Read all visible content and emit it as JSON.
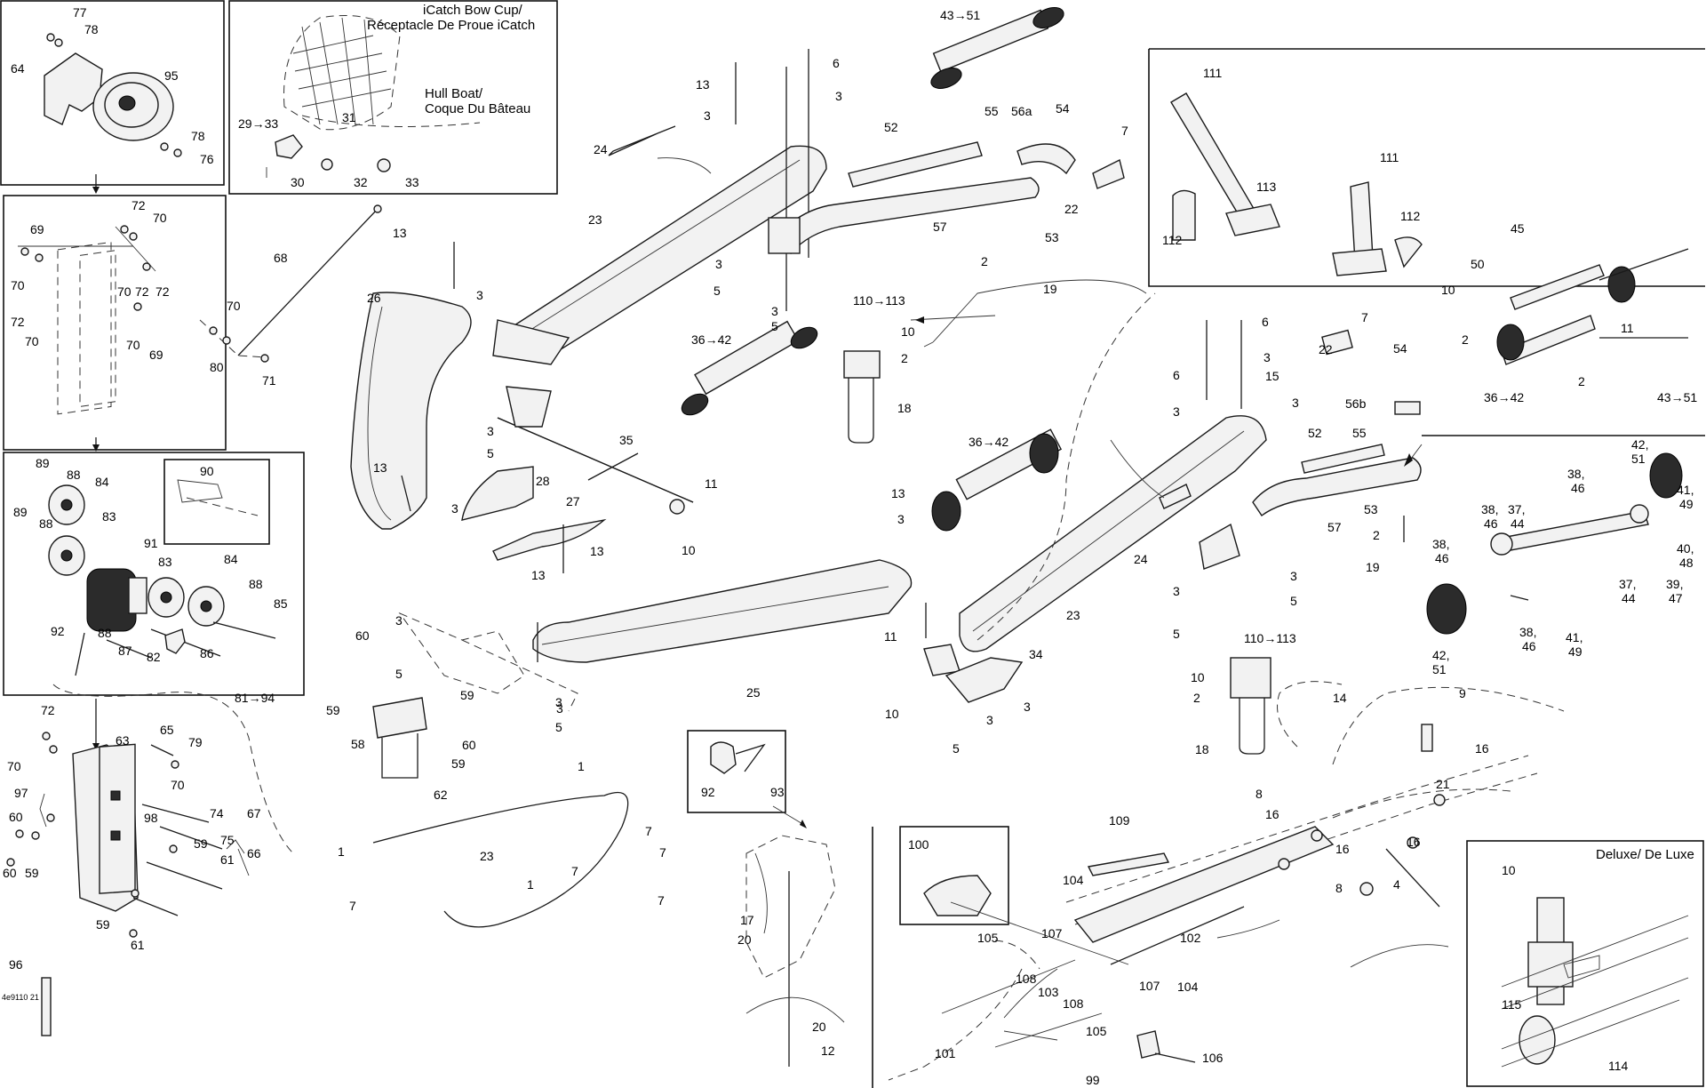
{
  "labels": {
    "l77": "77",
    "l78a": "78",
    "l64": "64",
    "l95": "95",
    "l78b": "78",
    "l76": "76",
    "l29": "29→33",
    "l31": "31",
    "l30": "30",
    "l32": "32",
    "l33": "33",
    "l72a": "72",
    "l70a": "70",
    "l69a": "69",
    "l70b": "70",
    "l72b": "72",
    "l70c": "70",
    "l72c": "72",
    "l70d": "70",
    "l70e": "70",
    "l69b": "69",
    "l68": "68",
    "l70f": "70",
    "l80": "80",
    "l71": "71",
    "l90": "90",
    "l89a": "89",
    "l88a": "88",
    "l84a": "84",
    "l83a": "83",
    "l89b": "89",
    "l88b": "88",
    "l91": "91",
    "l83b": "83",
    "l84b": "84",
    "l88c": "88",
    "l85": "85",
    "l92a": "92",
    "l88d": "88",
    "l87": "87",
    "l82": "82",
    "l86": "86",
    "l81": "81→94",
    "l72d": "72",
    "l63": "63",
    "l65": "65",
    "l79": "79",
    "l70g": "70",
    "l70h": "70",
    "l97": "97",
    "l74": "74",
    "l60a": "60",
    "l98": "98",
    "l67": "67",
    "l75": "75",
    "l66": "66",
    "l60b": "60",
    "l59a": "59",
    "l59b": "59",
    "l61a": "61",
    "l59c": "59",
    "l61b": "61",
    "l96": "96",
    "l13a": "13",
    "l6a": "6",
    "l3a": "3",
    "l3b": "3",
    "l24a": "24",
    "l23a": "23",
    "l13b": "13",
    "l3c": "3",
    "l26": "26",
    "l3d": "3",
    "l5a": "5",
    "l36a": "36→42",
    "l35": "35",
    "l13c": "13",
    "l3e": "3",
    "l28": "28",
    "l27": "27",
    "l11a": "11",
    "l10a": "10",
    "l3f": "3",
    "l5b": "5",
    "l13d": "13",
    "l13e": "13",
    "l60c": "60",
    "l3g": "3",
    "l5c": "5",
    "l59d": "59",
    "l58": "58",
    "l60d": "60",
    "l59e": "59",
    "l62": "62",
    "l3h": "3",
    "l5d": "5",
    "l25": "25",
    "l1a": "1",
    "l7a": "7",
    "l1b": "1",
    "l7b": "7",
    "l23b": "23",
    "l1c": "1",
    "l7c": "7",
    "l7d": "7",
    "l92b": "92",
    "l93": "93",
    "l17": "17",
    "l20a": "20",
    "l20b": "20",
    "l12": "12",
    "l43a": "43→51",
    "l55a": "55",
    "l56a": "56a",
    "l54a": "54",
    "l52a": "52",
    "l7e": "7",
    "l22a": "22",
    "l57a": "57",
    "l53a": "53",
    "l2a": "2",
    "l19a": "19",
    "l110a": "110→113",
    "l10b": "10",
    "l2b": "2",
    "l18a": "18",
    "l111a": "111",
    "l111b": "111",
    "l113": "113",
    "l112a": "112",
    "l112b": "112",
    "l45": "45",
    "l50": "50",
    "l10c": "10",
    "l2c": "2",
    "l11b": "11",
    "l2d": "2",
    "l36b": "36→42",
    "l43b": "43→51",
    "l42a": "42,",
    "l51a": "51",
    "l38a": "38,",
    "l46a": "46",
    "l41a": "41,",
    "l49a": "49",
    "l38b": "38,",
    "l46b": "46",
    "l37a": "37,",
    "l44a": "44",
    "l38c": "38,",
    "l46c": "46",
    "l40": "40,",
    "l48": "48",
    "l37b": "37,",
    "l44b": "44",
    "l39": "39,",
    "l47": "47",
    "l38d": "38,",
    "l46d": "46",
    "l41b": "41,",
    "l49b": "49",
    "l42b": "42,",
    "l51b": "51",
    "l6b": "6",
    "l6c": "6",
    "l3i": "3",
    "l3j": "3",
    "l15": "15",
    "l3k": "3",
    "l22b": "22",
    "l7f": "7",
    "l54b": "54",
    "l56b": "56b",
    "l52b": "52",
    "l55b": "55",
    "l36c": "36→42",
    "l13f": "13",
    "l3l": "3",
    "l53b": "53",
    "l2e": "2",
    "l19b": "19",
    "l57b": "57",
    "l24b": "24",
    "l3m": "3",
    "l5e": "5",
    "l3n": "3",
    "l5f": "5",
    "l23c": "23",
    "l110b": "110→113",
    "l10d": "10",
    "l2f": "2",
    "l18b": "18",
    "l11c": "11",
    "l10e": "10",
    "l34": "34",
    "l3o": "3",
    "l5g": "5",
    "l14": "14",
    "l9": "9",
    "l16a": "16",
    "l21": "21",
    "l8a": "8",
    "l16b": "16",
    "l16c": "16",
    "l16d": "16",
    "l8b": "8",
    "l4": "4",
    "l100": "100",
    "l109": "109",
    "l104a": "104",
    "l107a": "107",
    "l105a": "105",
    "l108a": "108",
    "l103": "103",
    "l108b": "108",
    "l102": "102",
    "l107b": "107",
    "l104b": "104",
    "l101": "101",
    "l105b": "105",
    "l106": "106",
    "l99": "99",
    "l10f": "10",
    "l115": "115",
    "l114": "114"
  },
  "panels": {
    "icatch_title_line1": "iCatch Bow Cup/",
    "icatch_title_line2": "Réceptacle De Proue iCatch",
    "hull_line1": "Hull Boat/",
    "hull_line2": "Coque Du Bâteau",
    "deluxe_title": "Deluxe/ De Luxe"
  },
  "figure_code": "4e9110 21"
}
